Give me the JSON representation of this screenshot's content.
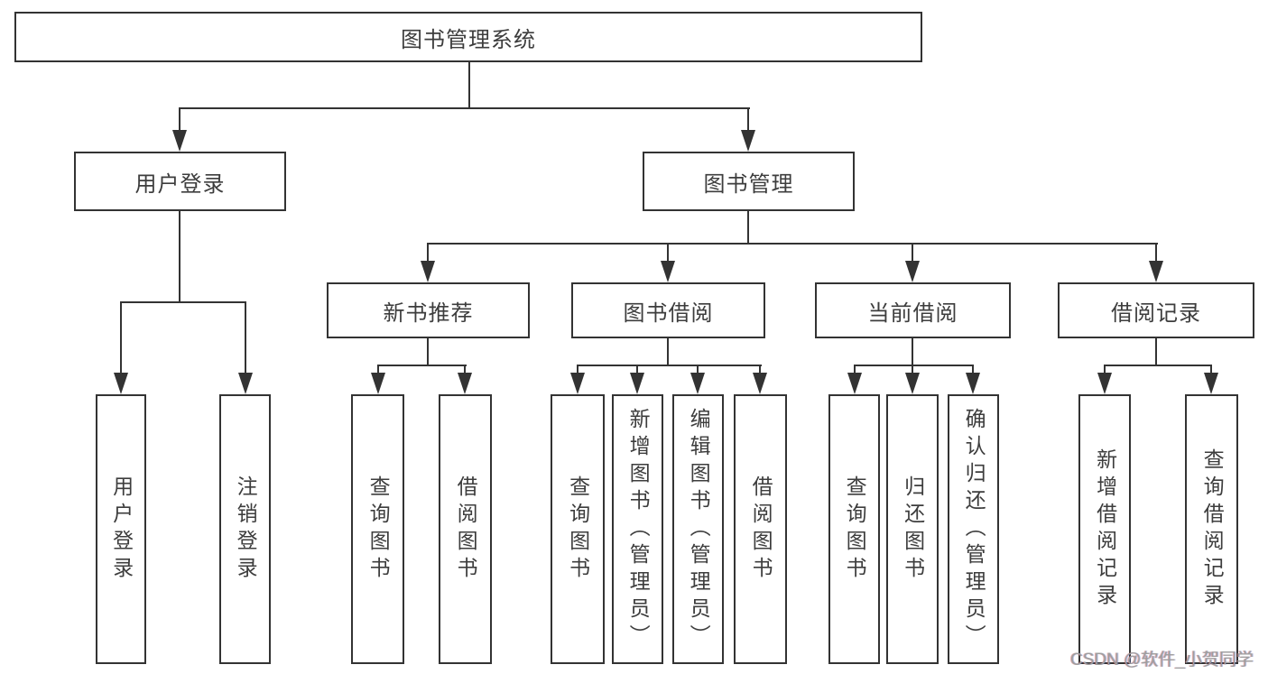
{
  "title": "图书管理系统",
  "level2": {
    "user_login": "用户登录",
    "book_mgmt": "图书管理"
  },
  "level3": {
    "new_books": "新书推荐",
    "borrowing": "图书借阅",
    "current": "当前借阅",
    "records": "借阅记录"
  },
  "leaves": {
    "user_login": "用户登录",
    "logout": "注销登录",
    "nb_query": "查询图书",
    "nb_borrow": "借阅图书",
    "bw_query": "查询图书",
    "bw_add": "新增图书（管理员）",
    "bw_edit": "编辑图书（管理员）",
    "bw_borrow": "借阅图书",
    "cb_query": "查询图书",
    "cb_return": "归还图书",
    "cb_confirm": "确认归还（管理员）",
    "rec_add": "新增借阅记录",
    "rec_query": "查询借阅记录"
  },
  "watermark": "CSDN @软件_小贺同学",
  "colors": {
    "line": "#333333",
    "text": "#3d3d3d",
    "watermark": "#9e9e9e",
    "background": "#ffffff"
  }
}
